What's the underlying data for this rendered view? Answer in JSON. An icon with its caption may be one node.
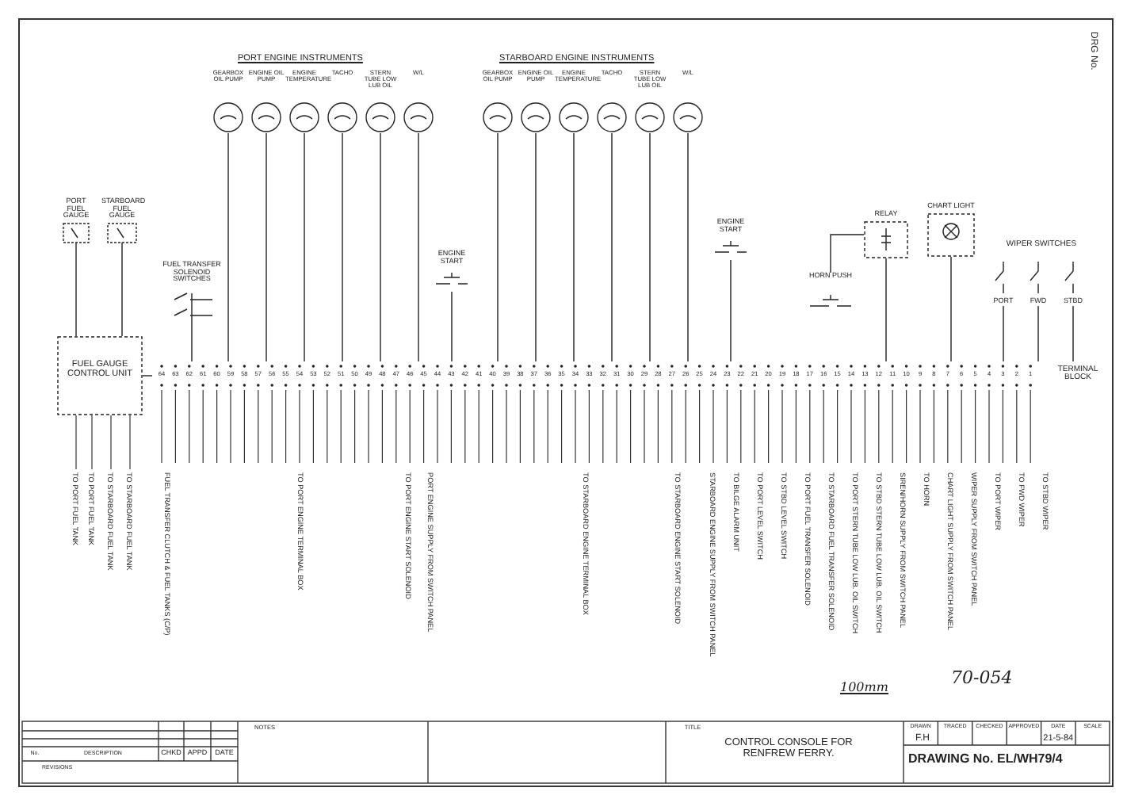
{
  "diagram": {
    "nodes": [
      {
        "text": [
          "GEARBOX OIL PUMP"
        ]
      },
      {
        "text": [
          "ENGINE OIL PUMP"
        ]
      },
      {
        "text": [
          "ENGINE TEMPERATURE"
        ]
      },
      {
        "text": [
          "TACHO"
        ]
      },
      {
        "text": [
          "STERN TUBE LOW LUB OIL"
        ]
      },
      {
        "text": [
          "W/L"
        ]
      },
      {
        "text": [
          "GEARBOX OIL PUMP"
        ]
      },
      {
        "text": [
          "ENGINE OIL PUMP"
        ]
      },
      {
        "text": [
          "ENGINE TEMPERATURE"
        ]
      },
      {
        "text": [
          "TACHO"
        ]
      },
      {
        "text": [
          "STERN TUBE LOW LUB OIL"
        ]
      },
      {
        "text": [
          "W/L"
        ]
      },
      {
        "text": [
          "PORT FUEL GAUGE"
        ]
      },
      {
        "text": [
          "STARBOARD FUEL GAUGE"
        ]
      },
      {
        "text": [
          "FUEL GAUGE CONTROL UNIT"
        ]
      },
      {
        "text": [
          "FUEL TRANSFER SOLENOID SWITCHES"
        ]
      },
      {
        "text": [
          "ENGINE START"
        ]
      },
      {
        "text": [
          "ENGINE START"
        ]
      },
      {
        "text": [
          "RELAY"
        ]
      },
      {
        "text": [
          "HORN PUSH"
        ]
      },
      {
        "text": [
          "CHART LIGHT"
        ]
      },
      {
        "text": [
          "PORT"
        ]
      },
      {
        "text": [
          "FWD"
        ]
      },
      {
        "text": [
          "STBD"
        ]
      },
      {
        "text": [
          "TERMINAL BLOCK"
        ]
      }
    ],
    "edges": [
      {
        "from": 0,
        "to": 24,
        "arrow": "none"
      },
      {
        "from": 1,
        "to": 24,
        "arrow": "none"
      },
      {
        "from": 2,
        "to": 24,
        "arrow": "none"
      },
      {
        "from": 3,
        "to": 24,
        "arrow": "none"
      },
      {
        "from": 4,
        "to": 24,
        "arrow": "none"
      },
      {
        "from": 5,
        "to": 24,
        "arrow": "none"
      },
      {
        "from": 6,
        "to": 24,
        "arrow": "none"
      },
      {
        "from": 7,
        "to": 24,
        "arrow": "none"
      },
      {
        "from": 8,
        "to": 24,
        "arrow": "none"
      },
      {
        "from": 9,
        "to": 24,
        "arrow": "none"
      },
      {
        "from": 10,
        "to": 24,
        "arrow": "none"
      },
      {
        "from": 11,
        "to": 24,
        "arrow": "none"
      },
      {
        "from": 12,
        "to": 14,
        "arrow": "none"
      },
      {
        "from": 13,
        "to": 14,
        "arrow": "none"
      },
      {
        "from": 14,
        "to": 24,
        "arrow": "none"
      },
      {
        "from": 15,
        "to": 24,
        "arrow": "none"
      },
      {
        "from": 16,
        "to": 24,
        "arrow": "none"
      },
      {
        "from": 17,
        "to": 24,
        "arrow": "none"
      },
      {
        "from": 19,
        "to": 18,
        "arrow": "none"
      },
      {
        "from": 18,
        "to": 24,
        "arrow": "none"
      },
      {
        "from": 20,
        "to": 24,
        "arrow": "none"
      },
      {
        "from": 21,
        "to": 24,
        "arrow": "none"
      },
      {
        "from": 22,
        "to": 24,
        "arrow": "none"
      },
      {
        "from": 23,
        "to": 24,
        "arrow": "none"
      }
    ],
    "labels": [
      "PORT ENGINE INSTRUMENTS",
      "STARBOARD ENGINE INSTRUMENTS",
      "WIPER SWITCHES",
      "DRG No.",
      "64",
      "63",
      "62",
      "61",
      "60",
      "59",
      "58",
      "57",
      "56",
      "55",
      "54",
      "53",
      "52",
      "51",
      "50",
      "49",
      "48",
      "47",
      "46",
      "45",
      "44",
      "43",
      "42",
      "41",
      "40",
      "39",
      "38",
      "37",
      "36",
      "35",
      "34",
      "33",
      "32",
      "31",
      "30",
      "29",
      "28",
      "27",
      "26",
      "25",
      "24",
      "23",
      "22",
      "21",
      "20",
      "19",
      "18",
      "17",
      "16",
      "15",
      "14",
      "13",
      "12",
      "11",
      "10",
      "9",
      "8",
      "7",
      "6",
      "5",
      "4",
      "3",
      "2",
      "1",
      "TO PORT FUEL TANK",
      "TO PORT FUEL TANK",
      "TO STARBOARD FUEL TANK",
      "TO STARBOARD FUEL TANK",
      "FUEL TRANSFER CLUTCH & FUEL TANKS (C/P)",
      "TO PORT ENGINE TERMINAL BOX",
      "TO PORT ENGINE START SOLENOID",
      "PORT ENGINE SUPPLY FROM SWITCH PANEL",
      "TO STARBOARD ENGINE TERMINAL BOX",
      "TO STARBOARD ENGINE START SOLENOID",
      "STARBOARD ENGINE SUPPLY FROM SWITCH PANEL",
      "TO BILGE ALARM UNIT",
      "TO PORT LEVEL SWITCH",
      "TO STBD LEVEL SWITCH",
      "TO PORT FUEL TRANSFER SOLENOID",
      "TO STARBOARD FUEL TRANSFER SOLENOID",
      "TO PORT STERN TUBE LOW LUB. OIL SWITCH",
      "TO STBD STERN TUBE LOW LUB. OIL SWITCH",
      "SIREN/HORN SUPPLY FROM SWITCH PANEL",
      "TO HORN",
      "CHART LIGHT SUPPLY FROM SWITCH PANEL",
      "WIPER SUPPLY FROM SWITCH PANEL",
      "TO PORT WIPER",
      "TO FWD WIPER",
      "TO STBD WIPER",
      "70-054",
      "100mm",
      "No.",
      "DESCRIPTION",
      "CHKD",
      "APPD",
      "DATE",
      "REVISIONS",
      "NOTES",
      "TITLE",
      "CONTROL CONSOLE FOR RENFREW FERRY.",
      "DRAWN",
      "TRACED",
      "CHECKED",
      "APPROVED",
      "DATE",
      "SCALE",
      "F.H",
      "21-5-84",
      "DRAWING No. EL/WH79/4"
    ]
  }
}
